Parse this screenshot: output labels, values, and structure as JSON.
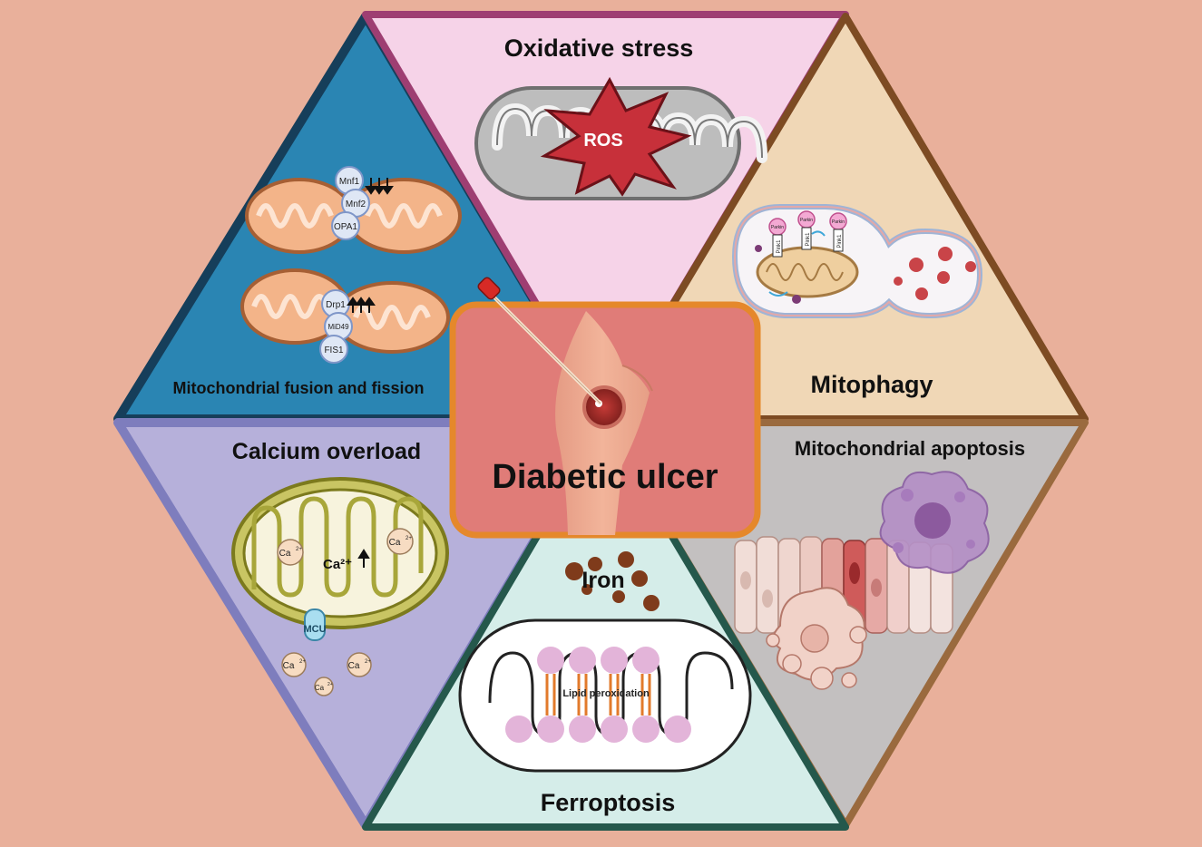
{
  "center": {
    "title": "Diabetic ulcer"
  },
  "panels": {
    "oxidative": {
      "title": "Oxidative stress",
      "ros": "ROS"
    },
    "fusion": {
      "title": "Mitochondrial fusion and fission",
      "proteins_fusion": [
        "Mnf1",
        "Mnf2",
        "OPA1"
      ],
      "proteins_fission": [
        "Drp1",
        "MiD49",
        "FIS1"
      ]
    },
    "mitophagy": {
      "title": "Mitophagy",
      "parkin": "Parkin",
      "pink": "Pink1"
    },
    "calcium": {
      "title": "Calcium overload",
      "ca_up": "Ca²⁺",
      "ca": "Ca",
      "sup": "2+",
      "mcu": "MCU"
    },
    "apoptosis": {
      "title": "Mitochondrial apoptosis"
    },
    "ferroptosis": {
      "title": "Ferroptosis",
      "iron": "Iron",
      "lipid": "Lipid peroxidation"
    }
  },
  "colors": {
    "background": "#e9b09b",
    "fusion_bg": "#2a85b3",
    "fusion_border": "#163e5a",
    "oxidative_bg": "#f6d3e8",
    "oxidative_border": "#9e3e72",
    "mitophagy_bg": "#f0d7b6",
    "mitophagy_border": "#7d4b23",
    "calcium_bg": "#b6b0da",
    "calcium_border": "#7e7dbd",
    "apoptosis_bg": "#c3c0c0",
    "apoptosis_border": "#9a6a3e",
    "ferroptosis_bg": "#d5ede9",
    "ferroptosis_border": "#25584c",
    "center_bg": "#e07c78",
    "center_border": "#e5882b"
  }
}
